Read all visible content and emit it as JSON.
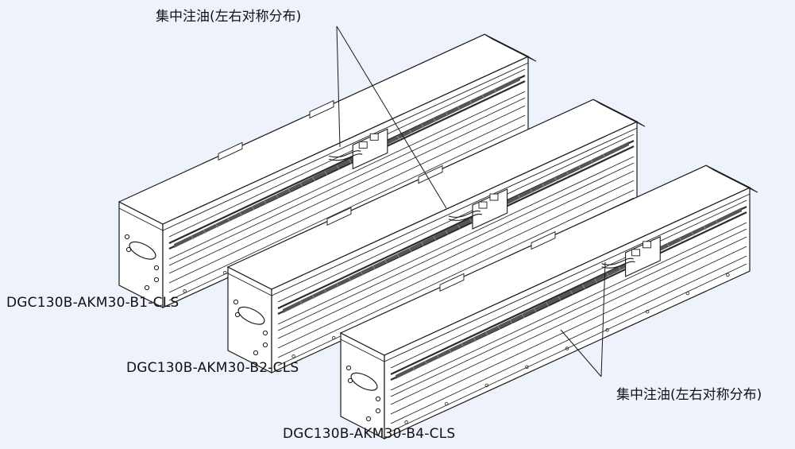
{
  "colors": {
    "background": "#edf2fb",
    "stroke": "#1a1a1a",
    "body_fill": "#ffffff",
    "shade": "#d7dbe2",
    "rail": "#2b2b2b"
  },
  "annotations": {
    "top": "集中注油(左右对称分布)",
    "right": "集中注油(左右对称分布)"
  },
  "models": [
    {
      "label": "DGC130B-AKM30-B1-CLS"
    },
    {
      "label": "DGC130B-AKM30-B2-CLS"
    },
    {
      "label": "DGC130B-AKM30-B4-CLS"
    }
  ]
}
